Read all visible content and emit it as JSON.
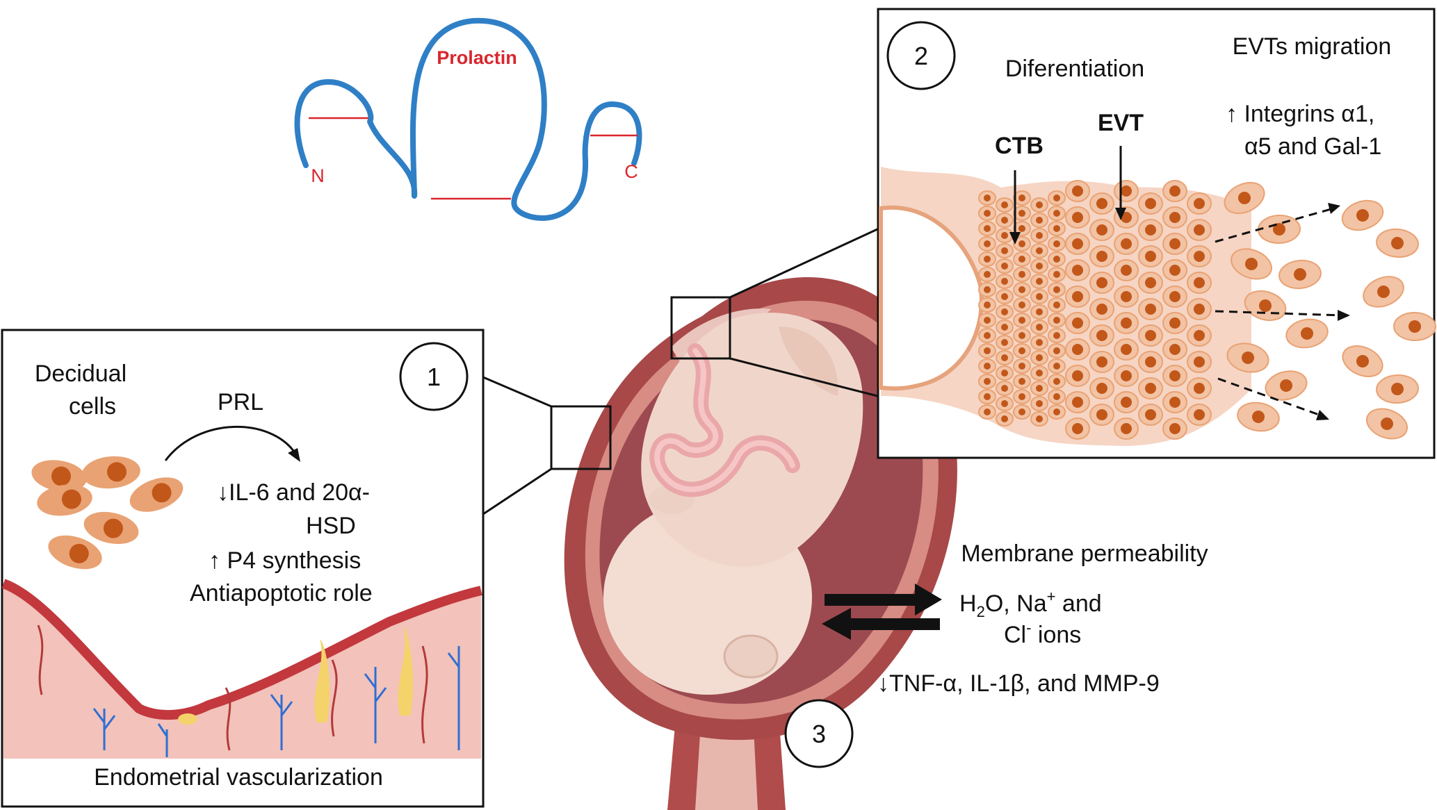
{
  "prolactin": {
    "name": "Prolactin",
    "n_terminus": "N",
    "c_terminus": "C",
    "color_chain": "#2f7fc6",
    "color_bonds": "#d9262d"
  },
  "panel1": {
    "number": "1",
    "cells_label_1": "Decidual",
    "cells_label_2": "cells",
    "hormone": "PRL",
    "effect_1_arrow": "↓",
    "effect_1_text": "IL-6  and 20α-",
    "effect_2": "HSD",
    "effect_3_arrow": "↑",
    "effect_3_text": " P4 synthesis",
    "effect_4": "Antiapoptotic role",
    "footer": "Endometrial vascularization"
  },
  "panel2": {
    "number": "2",
    "heading_differentiation": "Diferentiation",
    "heading_migration": "EVTs migration",
    "label_ctb": "CTB",
    "label_evt": "EVT",
    "integrins_arrow": "↑",
    "integrins_line_1": " Integrins α1,",
    "integrins_line_2": "α5 and Gal-1"
  },
  "panel3": {
    "number": "3",
    "heading": "Membrane permeability",
    "ions_h2o_h": "H",
    "ions_h2o_sub": "2",
    "ions_h2o_o": "O, Na",
    "ions_na_sup": "+",
    "ions_and": " and",
    "ions_cl": "Cl",
    "ions_cl_sup": "-",
    "ions_tail": " ions",
    "cytokines_arrow": "↓",
    "cytokines_text": "TNF-α, IL-1β, and MMP-9"
  },
  "colors": {
    "cell_body": "#e9a273",
    "cell_nucleus": "#c2571a",
    "tissue": "#f6d5c4",
    "uterus": "#a84848",
    "fetus": "#f3ddd2"
  }
}
